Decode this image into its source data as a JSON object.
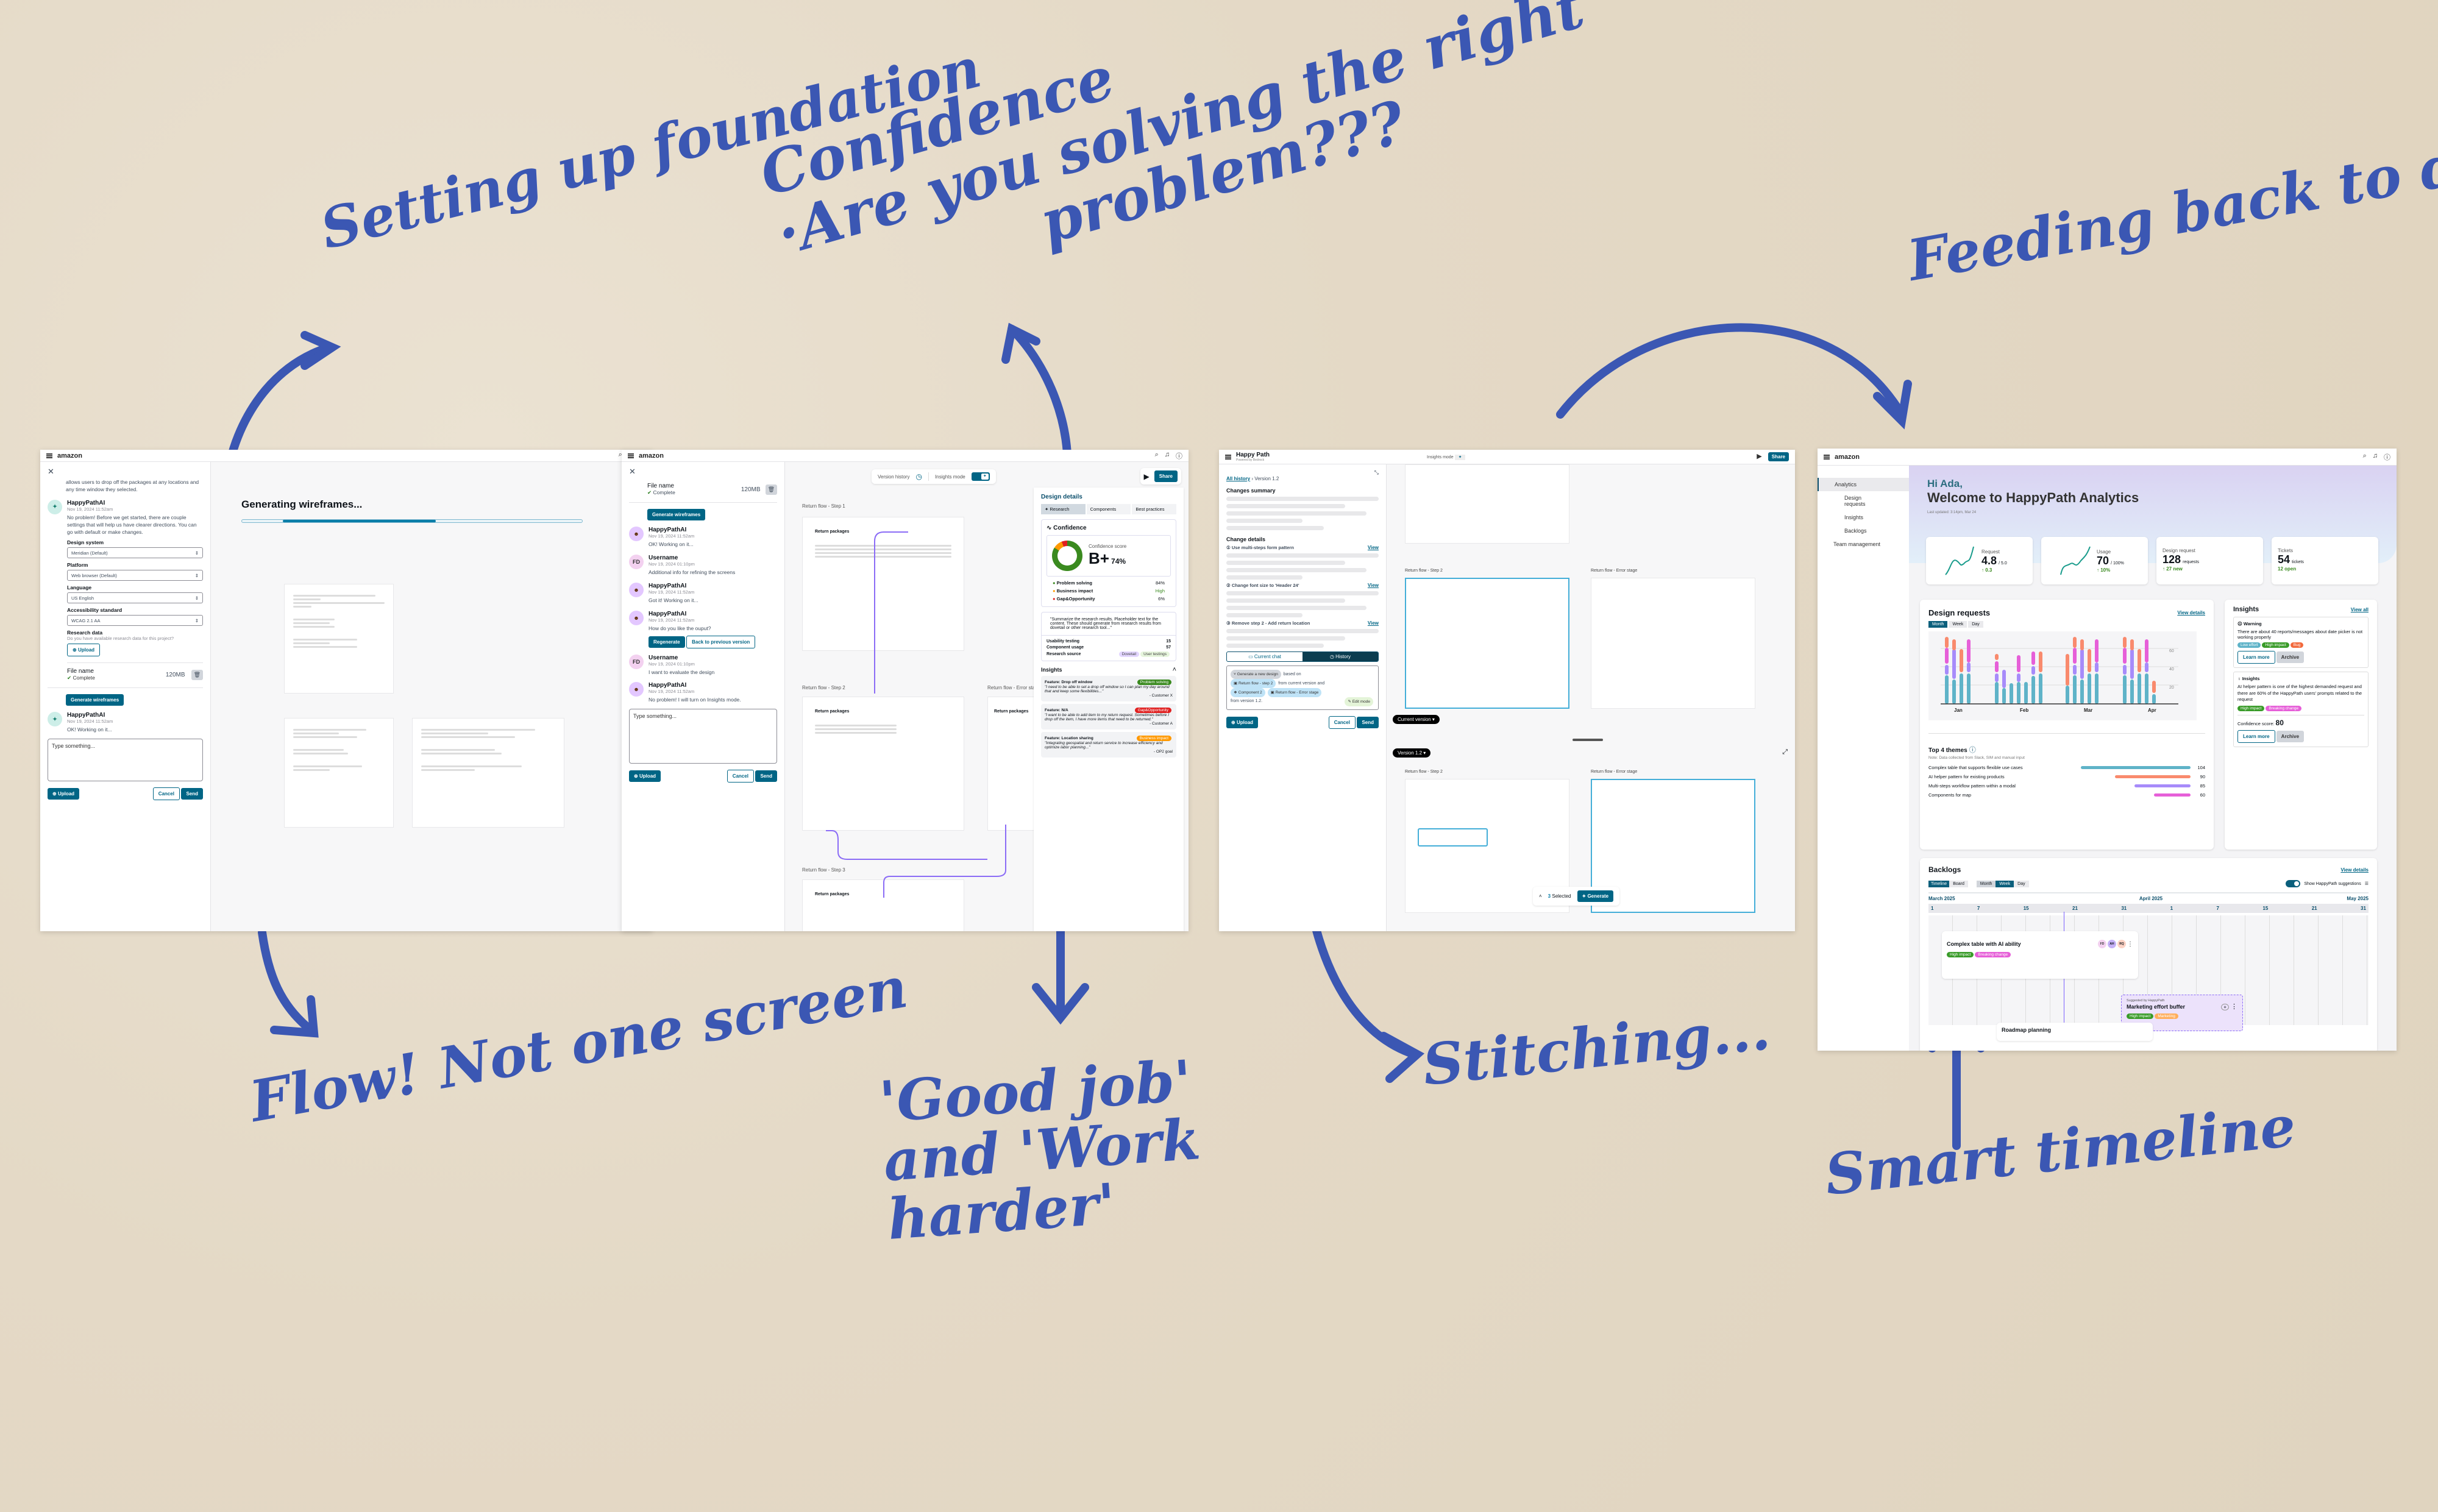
{
  "annotations": {
    "setting_up": "Setting up foundation",
    "confidence_line1": "Confidence",
    "confidence_line2": "·Are you solving the right",
    "confidence_line3": "problem???",
    "feeding_back": "Feeding back to design system",
    "flow": "Flow! Not one screen",
    "good_job": "'Good job' and 'Work harder'",
    "stitching": "Stitching...",
    "smart_timeline": "Smart timeline"
  },
  "screen1": {
    "logo": "amazon",
    "intro_text": "allows users to drop off the packages at any locations and any time window they selected.",
    "ai_name": "HappyPathAI",
    "ai_time": "Nov 19, 2024 11:52am",
    "ai_msg": "No problem! Before we get started, there are couple settings that will help us have clearer directions. You can go with default or make changes.",
    "fields": [
      {
        "label": "Design system",
        "value": "Meridian (Default)"
      },
      {
        "label": "Platform",
        "value": "Web browser (Default)"
      },
      {
        "label": "Language",
        "value": "US English"
      },
      {
        "label": "Accessibility standard",
        "value": "WCAG 2.1 AA"
      }
    ],
    "research_label": "Research data",
    "research_hint": "Do you have available research data for this project?",
    "upload": "Upload",
    "file_name": "File name",
    "file_size": "120MB",
    "file_status": "Complete",
    "generate_btn": "Generate wireframes",
    "ai_msg2": "OK! Working on it...",
    "input_placeholder": "Type something...",
    "cancel": "Cancel",
    "send": "Send",
    "generating_title": "Generating wireframes...",
    "progress_pct": 45
  },
  "screen2": {
    "logo": "amazon",
    "file_name": "File name",
    "file_size": "120MB",
    "file_status": "Complete",
    "generate_btn": "Generate wireframes",
    "messages": [
      {
        "who": "HappyPathAI",
        "time": "Nov 19, 2024 11:52am",
        "text": "OK! Working on it...",
        "type": "ai"
      },
      {
        "who": "Username",
        "time": "Nov 19, 2024 01:10pm",
        "text": "Additional info for refining the screens",
        "type": "user"
      },
      {
        "who": "HappyPathAI",
        "time": "Nov 19, 2024 11:52am",
        "text": "Got it! Working on it...",
        "type": "ai"
      },
      {
        "who": "HappyPathAI",
        "time": "Nov 19, 2024 11:52am",
        "text": "How do you like the ouput?",
        "type": "ai"
      },
      {
        "who": "Username",
        "time": "Nov 19, 2024 01:10pm",
        "text": "I want to evaluate the design",
        "type": "user"
      },
      {
        "who": "HappyPathAI",
        "time": "Nov 19, 2024 11:52am",
        "text": "No problem! I will turn on Insights mode.",
        "type": "ai"
      }
    ],
    "user_initials": "FD",
    "regenerate": "Regenerate",
    "back_prev": "Back to previous version",
    "input_placeholder": "Type something...",
    "upload": "Upload",
    "cancel": "Cancel",
    "send": "Send",
    "version_history": "Version history",
    "insights_mode": "Insights mode",
    "share": "Share",
    "flows": [
      "Return flow - Step 1",
      "Return flow - Step 2",
      "Return flow - Error stage",
      "Return flow - Step 3"
    ],
    "wf_title": "Return packages",
    "design_details": {
      "title": "Design details",
      "tabs": [
        "Research",
        "Components",
        "Best practices"
      ],
      "confidence_title": "Confidence",
      "score_label": "Confidence score",
      "grade": "B+",
      "score_pct": "74%",
      "metrics": [
        {
          "label": "Problem solving",
          "value": "84%",
          "color": "#3a8a1f"
        },
        {
          "label": "Business impact",
          "value": "High",
          "color": "#ff9900"
        },
        {
          "label": "Gap&Opportunity",
          "value": "6%",
          "color": "#e02020"
        }
      ],
      "summary": "\"Summarize the research results. Placeholder text for the content. These should generate from research results from dovetail or other research tool...\"",
      "stats": [
        {
          "label": "Usability testing",
          "value": "15"
        },
        {
          "label": "Component usage",
          "value": "57"
        }
      ],
      "research_source_label": "Research source",
      "sources": [
        "Dovetail",
        "User testings"
      ],
      "insights_title": "Insights",
      "insights": [
        {
          "feature": "Feature: Drop off window",
          "tag": "Problem solving",
          "tag_color": "#3a8a1f",
          "quote": "\"I need to be able to set a drop off window so I can plan my day around that and keep some flexibilities...\"",
          "source": "- Customer X"
        },
        {
          "feature": "Feature: N/A",
          "tag": "Gap&Opportunity",
          "tag_color": "#e02020",
          "quote": "\"I want to be able to add item to my return request. Sometimes before I drop off the item, I have more items that need to be returned.\"",
          "source": "- Customer A"
        },
        {
          "feature": "Feature: Location sharing",
          "tag": "Business impact",
          "tag_color": "#ff9900",
          "quote": "\"Integrating geospatial and return service to increase efficiency and optimize labor planning...\"",
          "source": "- OP2 goal"
        }
      ]
    }
  },
  "screen3": {
    "app_title": "Happy Path",
    "app_subtitle": "Powered by Bedrock",
    "breadcrumb_root": "All history",
    "breadcrumb_current": "Version 1.2",
    "changes_summary": "Changes summary",
    "change_details": "Change details",
    "changes": [
      {
        "n": "1",
        "title": "Use multi-steps form pattern",
        "action": "View"
      },
      {
        "n": "2",
        "title": "Change font size to 'Header 24'",
        "action": "View"
      },
      {
        "n": "3",
        "title": "Remove step 2 - Add return location",
        "action": "View"
      }
    ],
    "tab_current": "Current chat",
    "tab_history": "History",
    "prompt": {
      "action": "Generate a new design",
      "based_on": "based on",
      "chip1": "Return flow - step 2",
      "from_current": "from current version and",
      "chip2": "Component 2",
      "chip3": "Return flow - Error stage",
      "from_version": "from version 1.2.",
      "edit_mode": "Edit mode"
    },
    "upload": "Upload",
    "cancel": "Cancel",
    "send": "Send",
    "insights_mode": "Insights mode",
    "share": "Share",
    "current_version": "Current version",
    "version_12": "Version 1.2",
    "flow_step2": "Return flow - Step 2",
    "flow_error": "Return flow - Error stage",
    "selected_count": "3",
    "selected_label": "Selected",
    "generate": "Generate"
  },
  "screen4": {
    "logo": "amazon",
    "nav": [
      "Analytics",
      "Design requests",
      "Insights",
      "Backlogs",
      "Team management"
    ],
    "greeting": "Hi Ada,",
    "welcome": "Welcome to HappyPath Analytics",
    "last_updated": "Last updated: 3:14pm, Mar 24",
    "kpis": [
      {
        "label": "Request",
        "value": "4.8",
        "unit": "/ 5.0",
        "delta": "↑ 0.3"
      },
      {
        "label": "Usage",
        "value": "70",
        "unit": "/ 100%",
        "delta": "↑ 10%"
      },
      {
        "label": "Design request",
        "value": "128",
        "unit": "requests",
        "delta": "↑ 27 new"
      },
      {
        "label": "Tickets",
        "value": "54",
        "unit": "tickets",
        "delta": "12 open"
      }
    ],
    "design_requests_title": "Design requests",
    "view_details": "View details",
    "range_tabs": [
      "Month",
      "Week",
      "Day"
    ],
    "top_themes_title": "Top 4 themes",
    "top_themes_note": "Note: Data collected from Slack, SIM and manual input",
    "themes": [
      {
        "label": "Complex table that supports flexible use cases",
        "value": 104,
        "color": "#5fb3c8"
      },
      {
        "label": "AI helper pattern for existing products",
        "value": 90,
        "color": "#f98a6d"
      },
      {
        "label": "Multi-steps workflow pattern within a modal",
        "value": 85,
        "color": "#a78bfa"
      },
      {
        "label": "Components for map",
        "value": 60,
        "color": "#e65fd8"
      }
    ],
    "insights_title": "Insights",
    "view_all": "View all",
    "warning_title": "Warning",
    "warning_text": "There are about 40 reports/messages about date picker is not working properly",
    "warning_tags": [
      "Low effort",
      "High impact",
      "Bug"
    ],
    "insight_title": "Insights",
    "insight_text": "AI helper pattern is one of the highest demanded request and there are 60% of the HappyPath users' prompts related to the request",
    "insight_tags": [
      "High impact",
      "Breaking change"
    ],
    "confidence_label": "Confidence score:",
    "confidence_value": "80",
    "learn_more": "Learn more",
    "archive": "Archive",
    "backlogs_title": "Backlogs",
    "backlog_view_tabs": [
      "Timeline",
      "Board"
    ],
    "backlog_range_tabs": [
      "Month",
      "Week",
      "Day"
    ],
    "show_suggestions": "Show HappyPath suggestions",
    "months": [
      "March 2025",
      "April 2025",
      "May 2025"
    ],
    "days": [
      "1",
      "7",
      "15",
      "21",
      "31",
      "1",
      "7",
      "15",
      "21",
      "31"
    ],
    "items": [
      {
        "title": "Complex table with AI ability",
        "tags": [
          "High impact",
          "Breaking change"
        ],
        "avatars": [
          "FD",
          "AH",
          "RQ"
        ]
      },
      {
        "title": "Marketing effort buffer",
        "suggested": "Suggested by HappyPath",
        "tags": [
          "High impact",
          "Marketing"
        ]
      },
      {
        "title": "Roadmap planning"
      }
    ]
  },
  "chart_data": {
    "type": "bar",
    "title": "Design requests",
    "categories": [
      "Jan",
      "Feb",
      "Mar",
      "Apr"
    ],
    "y_ticks": [
      20,
      40,
      60
    ],
    "series_colors": [
      "#5fb3c8",
      "#a78bfa",
      "#e65fd8",
      "#f98a6d"
    ],
    "stacked_totals_approx": {
      "Jan": [
        66,
        62,
        53,
        64
      ],
      "Feb": [
        48,
        35,
        22,
        48,
        28,
        52,
        53
      ],
      "Mar": [
        52,
        66,
        62,
        53,
        64
      ],
      "Apr": [
        66,
        62,
        53,
        64,
        24
      ]
    }
  }
}
